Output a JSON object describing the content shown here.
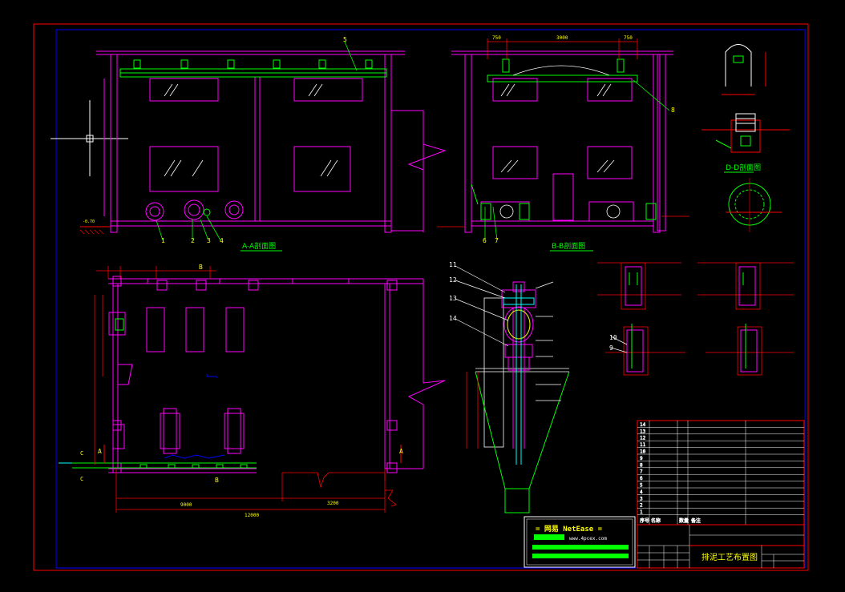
{
  "drawing": {
    "title": "排泥工艺布置图",
    "colors": {
      "background": "#000000",
      "frame": "#ff0000",
      "inner_frame": "#0000ff",
      "wall": "#ff00ff",
      "equipment": "#00ff00",
      "dimension": "#ff0000",
      "text": "#ffff00",
      "annotation": "#ffffff",
      "pipe": "#00ffff"
    }
  },
  "views": {
    "section_aa": "A-A剖面图",
    "section_bb": "B-B剖面图",
    "section_dd": "D-D剖面图",
    "labels": {
      "aa": [
        "1",
        "2",
        "3",
        "4"
      ],
      "bb": [
        "6",
        "7"
      ],
      "top_aa": "5",
      "top_bb": "8",
      "marks_a": "A",
      "marks_b": "B",
      "marks_c": "C",
      "cone_items": [
        "11",
        "12",
        "13",
        "14"
      ],
      "detail_items": [
        "9",
        "10"
      ]
    },
    "dims": {
      "bb_top": [
        "750",
        "3000",
        "750"
      ],
      "plan_bottom": "12000",
      "plan_mid": "9000",
      "plan_right": "3200"
    }
  },
  "logo": {
    "line1": "= 网易 NetEase =",
    "line2": "www.4pcex.com"
  },
  "parts_list": {
    "rows": [
      "14",
      "13",
      "12",
      "11",
      "10",
      "9",
      "8",
      "7",
      "6",
      "5",
      "4",
      "3",
      "2",
      "1"
    ],
    "header": [
      "序号",
      "名称",
      "数量",
      "备注"
    ]
  }
}
